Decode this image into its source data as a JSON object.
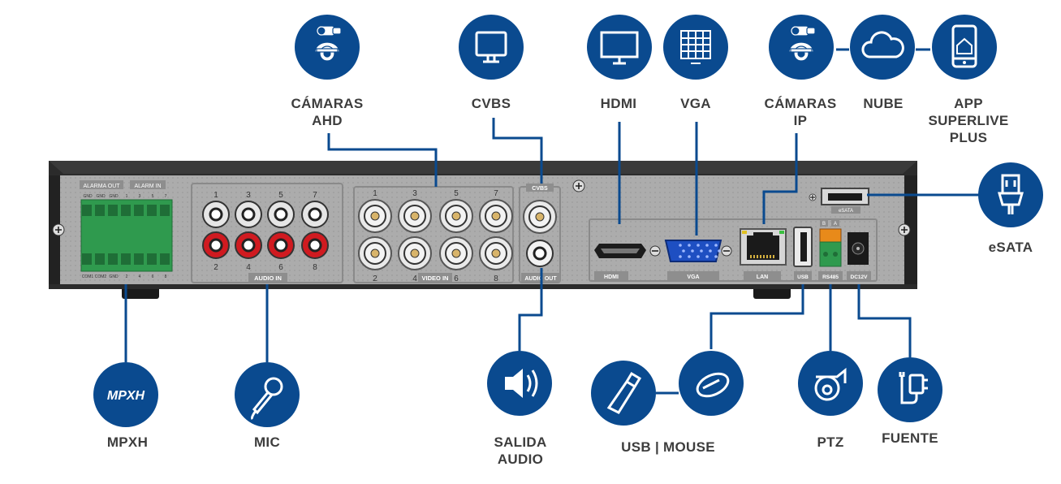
{
  "colors": {
    "brand_blue": "#0a4a8f",
    "chassis": "#2e2e2e",
    "panel": "#a9a9a9",
    "label_text": "#3d3d3d",
    "rca_white": "#e6e6e6",
    "rca_red": "#d01a20",
    "terminal_green": "#2d9a4e"
  },
  "labels": {
    "camaras_ahd": "CÁMARAS\nAHD",
    "cvbs": "CVBS",
    "hdmi": "HDMI",
    "vga": "VGA",
    "camaras_ip": "CÁMARAS\nIP",
    "nube": "NUBE",
    "app": "APP\nSUPERLIVE\nPLUS",
    "esata": "eSATA",
    "mpxh": "MPXH",
    "mic": "MIC",
    "salida_audio": "SALIDA\nAUDIO",
    "usb_mouse": "USB | MOUSE",
    "ptz": "PTZ",
    "fuente": "FUENTE"
  },
  "panel_labels": {
    "alarm_out": "ALARMA OUT",
    "alarm_in": "ALARM IN",
    "alarm_top_pins": [
      "GND",
      "GND",
      "GND",
      "1",
      "3",
      "5",
      "7"
    ],
    "alarm_bottom_pins": [
      "COM1",
      "COM2",
      "GND",
      "2",
      "4",
      "6",
      "8"
    ],
    "audio_in": "AUDIO IN",
    "audio_top_nums": [
      "1",
      "3",
      "5",
      "7"
    ],
    "audio_bottom_nums": [
      "2",
      "4",
      "6",
      "8"
    ],
    "video_in": "VIDEO IN",
    "video_top_nums": [
      "1",
      "3",
      "5",
      "7"
    ],
    "video_bottom_nums": [
      "2",
      "4",
      "6",
      "8"
    ],
    "cvbs": "CVBS",
    "audio_out": "AUDIO OUT",
    "hdmi": "HDMI",
    "vga": "VGA",
    "lan": "LAN",
    "usb": "USB",
    "rs485": "RS485",
    "rs485_pins": [
      "B",
      "A"
    ],
    "dc12v": "DC12V",
    "esata": "eSATA"
  },
  "icons": {
    "camaras_ahd": "cctv-cameras-icon",
    "cvbs": "monitor-icon",
    "hdmi": "tv-screen-icon",
    "vga": "vga-grid-icon",
    "camaras_ip": "ip-cameras-icon",
    "nube": "cloud-icon",
    "app": "smartphone-app-icon",
    "esata": "esata-plug-icon",
    "mpxh": "mpxh-logo-icon",
    "mpxh_logo_text": "MPXH",
    "mic": "microphone-icon",
    "salida_audio": "speaker-icon",
    "usb": "usb-stick-icon",
    "mouse": "mouse-icon",
    "ptz": "ptz-dome-camera-icon",
    "fuente": "power-adapter-icon"
  }
}
